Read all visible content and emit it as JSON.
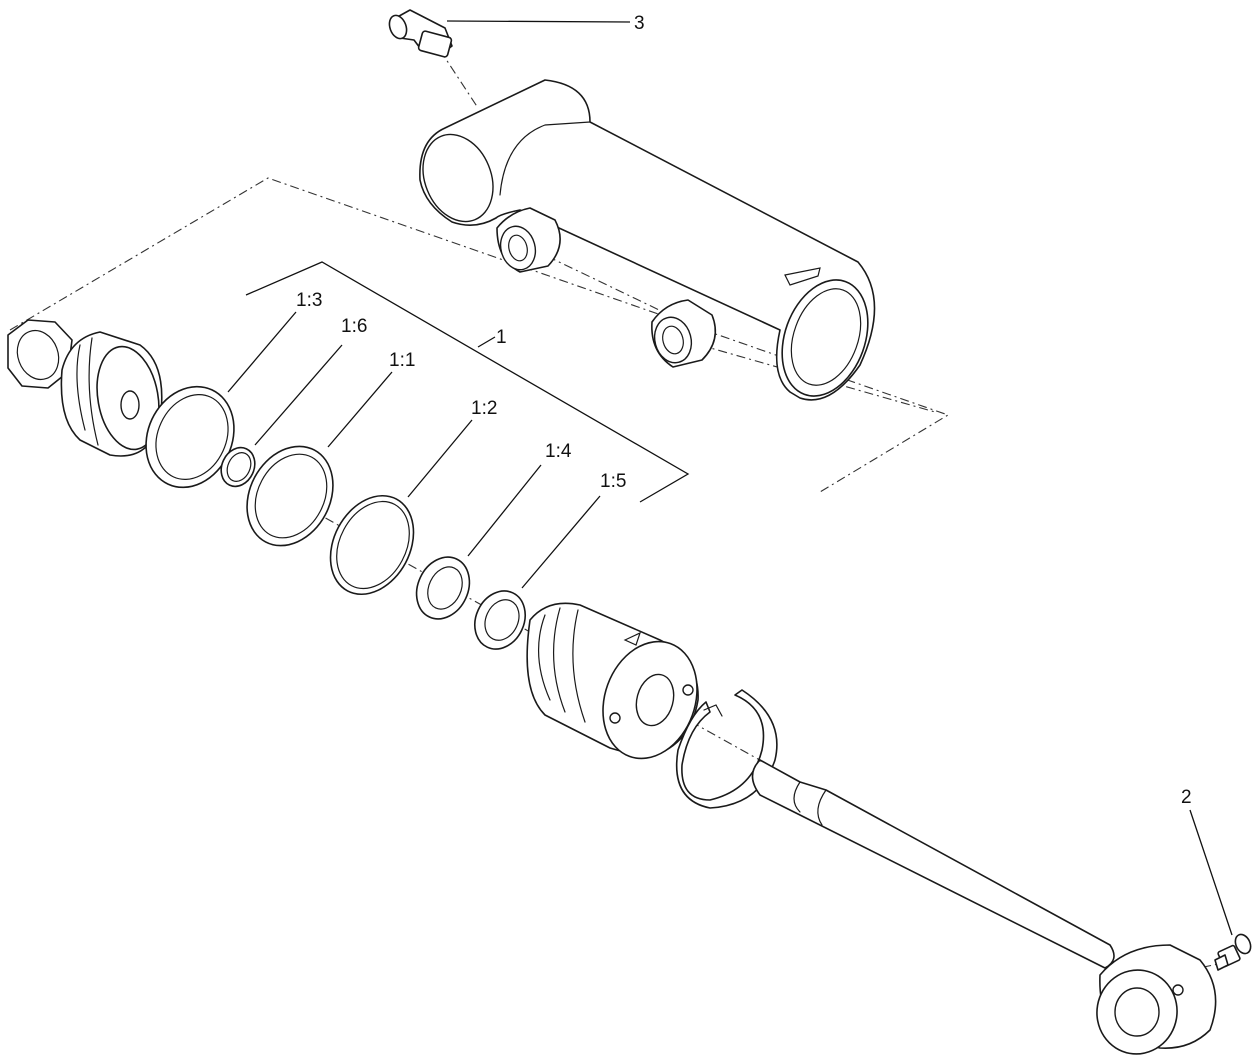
{
  "callouts": {
    "c1": "1",
    "c1_3": "1:3",
    "c1_6": "1:6",
    "c1_1": "1:1",
    "c1_2": "1:2",
    "c1_4": "1:4",
    "c1_5": "1:5",
    "c2": "2",
    "c3": "3"
  }
}
